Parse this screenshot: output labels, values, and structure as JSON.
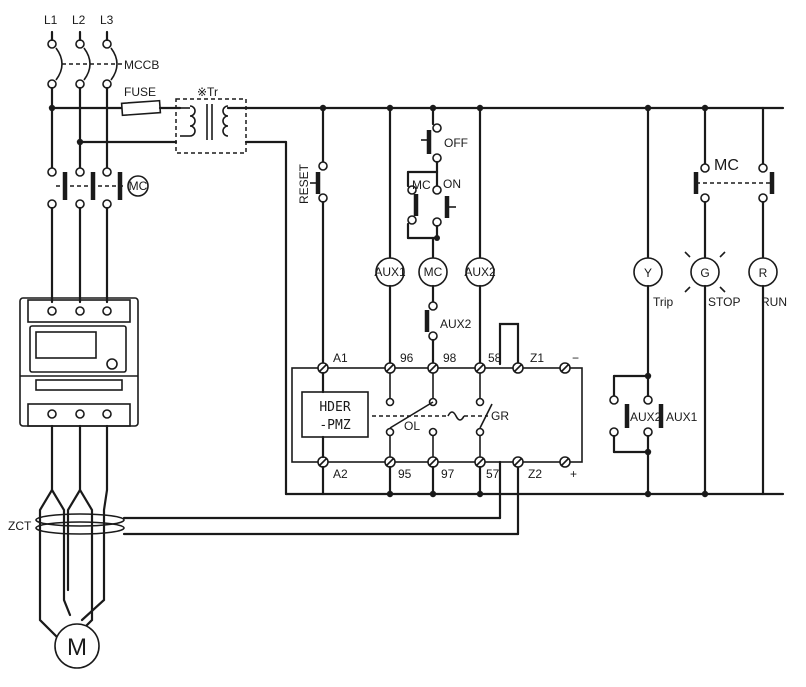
{
  "phases": [
    "L1",
    "L2",
    "L3"
  ],
  "breaker_label": "MCCB",
  "fuse_label": "FUSE",
  "transformer_label": "※Tr",
  "contactor_label": "MC",
  "reset_label": "RESET",
  "off_label": "OFF",
  "on_label": "ON",
  "hold_contact_label": "MC",
  "coils": {
    "aux1": "AUX1",
    "mc": "MC",
    "aux2": "AUX2"
  },
  "aux2_contact_label": "AUX2",
  "lamps": {
    "y": {
      "letter": "Y",
      "caption": "Trip"
    },
    "g": {
      "letter": "G",
      "caption": "STOP"
    },
    "r": {
      "letter": "R",
      "caption": "RUN"
    }
  },
  "lamp_contact_label": "MC",
  "relay_device": {
    "name_line1": "HDER",
    "name_line2": "-PMZ",
    "ol_label": "OL",
    "gr_label": "GR"
  },
  "terminals_top": [
    "A1",
    "96",
    "98",
    "58",
    "Z1",
    "−"
  ],
  "terminals_bottom": [
    "A2",
    "95",
    "97",
    "57",
    "Z2",
    "+"
  ],
  "right_aux": {
    "left": "AUX2",
    "right": "AUX1"
  },
  "zct_label": "ZCT",
  "motor_label": "M"
}
